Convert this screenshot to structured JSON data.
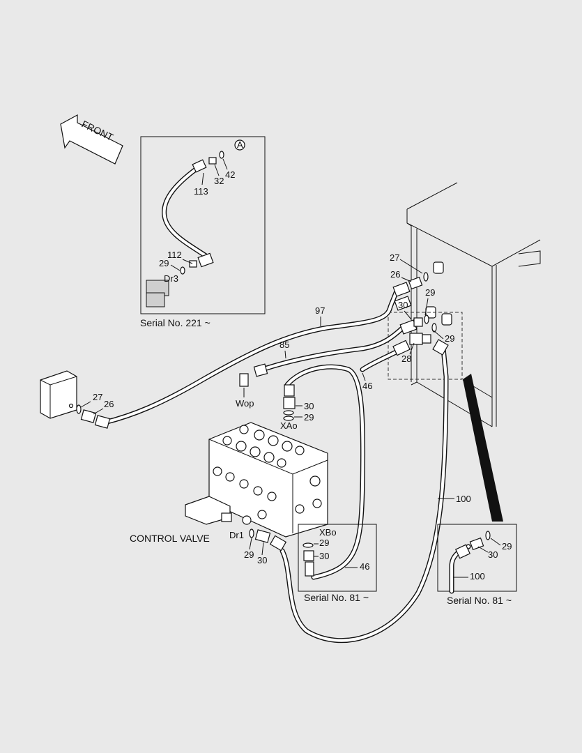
{
  "front_label": "FRONT",
  "control_valve_label": "CONTROL VALVE",
  "detail_top": {
    "caption": "Serial No. 221 ~",
    "labels": {
      "p113": "113",
      "p32": "32",
      "p42": "42",
      "circleA": "A",
      "p112": "112",
      "p29": "29",
      "dr3": "Dr3"
    }
  },
  "detail_mid": {
    "caption": "Serial No. 81 ~",
    "labels": {
      "xbo": "XBo",
      "p29": "29",
      "p30": "30",
      "p46": "46"
    }
  },
  "detail_right": {
    "caption": "Serial No. 81 ~",
    "labels": {
      "p29": "29",
      "p30": "30",
      "p100": "100"
    }
  },
  "main_labels": {
    "p97": "97",
    "p85": "85",
    "p46": "46",
    "p100": "100",
    "p27_right": "27",
    "p26_right": "26",
    "p29_r1": "29",
    "p30_r": "30",
    "p29_r2": "29",
    "p28": "28",
    "p27_left": "27",
    "p26_left": "26",
    "wop": "Wop",
    "p30_wop": "30",
    "p29_wop": "29",
    "xao": "XAo",
    "dr1": "Dr1",
    "p29_dr1": "29",
    "p30_dr1": "30"
  }
}
